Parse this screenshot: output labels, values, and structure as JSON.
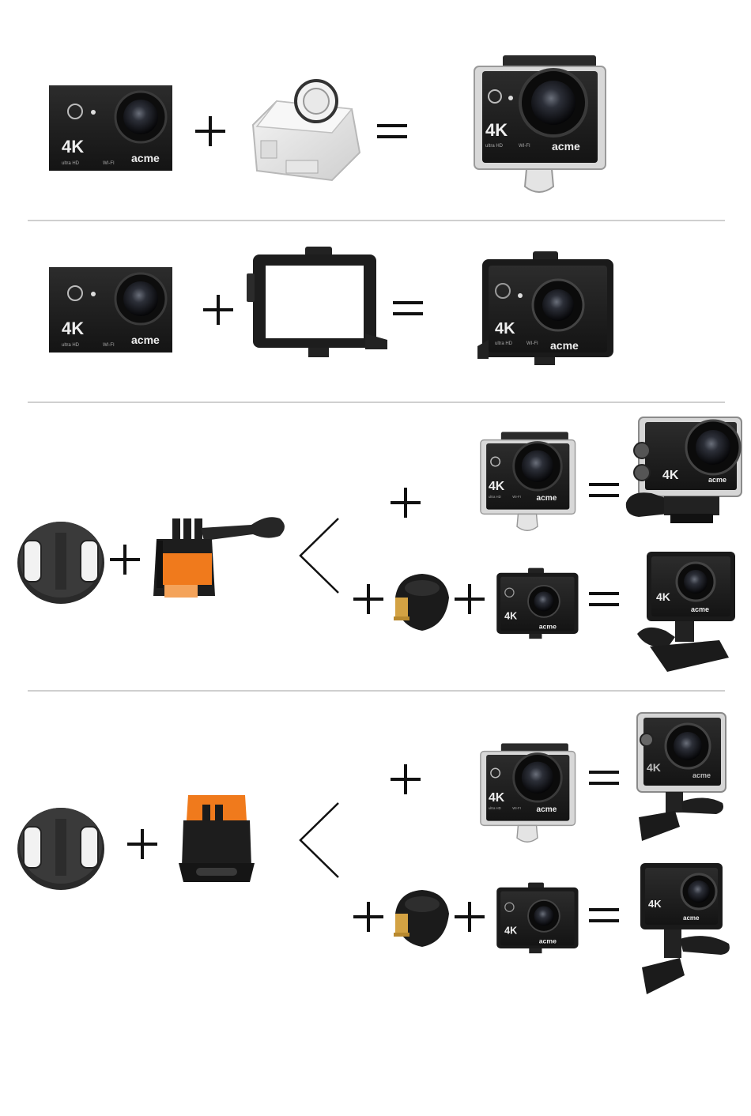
{
  "camera_labels": {
    "resolution": "4K",
    "subtitle": "ultra HD",
    "wifi": "WI-FI",
    "brand": "acme"
  },
  "colors": {
    "camera_body": "#1e1e1e",
    "housing": "#e4e4e4",
    "mount_accent": "#f07a1c",
    "operator": "#111111",
    "divider": "#cfcfcf"
  },
  "rows": [
    {
      "id": "row-1",
      "description_icons": [
        "camera-icon",
        "plus-icon",
        "waterproof-case-icon",
        "equals-icon",
        "camera-in-case-icon"
      ]
    },
    {
      "id": "row-2",
      "description_icons": [
        "camera-icon",
        "plus-icon",
        "frame-mount-icon",
        "equals-icon",
        "camera-in-frame-icon"
      ]
    },
    {
      "id": "row-3",
      "description_icons": [
        "adhesive-base-icon",
        "plus-icon",
        "swivel-arm-icon",
        "branch-icon",
        "plus-icon",
        "camera-in-case-icon",
        "equals-icon",
        "assembled-camera-icon",
        "plus-icon",
        "tripod-adapter-icon",
        "plus-icon",
        "camera-icon",
        "equals-icon",
        "assembled-camera-icon"
      ]
    },
    {
      "id": "row-4",
      "description_icons": [
        "adhesive-base-icon",
        "plus-icon",
        "buckle-icon",
        "branch-icon",
        "plus-icon",
        "camera-in-case-icon",
        "equals-icon",
        "assembled-camera-icon",
        "plus-icon",
        "tripod-adapter-icon",
        "plus-icon",
        "camera-icon",
        "equals-icon",
        "assembled-camera-icon"
      ]
    }
  ]
}
